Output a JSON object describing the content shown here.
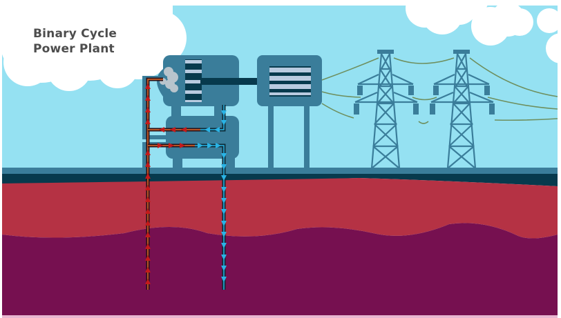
{
  "diagram": {
    "title_line1": "Binary Cycle",
    "title_line2": "Power Plant",
    "colors": {
      "sky": "#95e1f2",
      "cloud": "#ffffff",
      "machine": "#3a7d9a",
      "machine_dark": "#073a4d",
      "turbine_blade": "#b9cbe0",
      "ground_line": "#3a7d9a",
      "ground_dark": "#073a4d",
      "layer_hot_rock": "#b53244",
      "layer_deep_rock": "#761050",
      "hot_fluid": "#c41a1a",
      "hot_pipe_line": "#e36a2c",
      "cold_fluid": "#29b4e6",
      "power_line": "#6e8f5e",
      "steam": "#b8c4cc"
    },
    "components": [
      {
        "name": "turbine",
        "label": ""
      },
      {
        "name": "generator",
        "label": ""
      },
      {
        "name": "heat-exchanger",
        "label": ""
      },
      {
        "name": "production-well",
        "label": "",
        "flow": "up (hot)"
      },
      {
        "name": "injection-well",
        "label": "",
        "flow": "down (cold)"
      },
      {
        "name": "transmission-tower-1",
        "label": ""
      },
      {
        "name": "transmission-tower-2",
        "label": ""
      }
    ]
  }
}
